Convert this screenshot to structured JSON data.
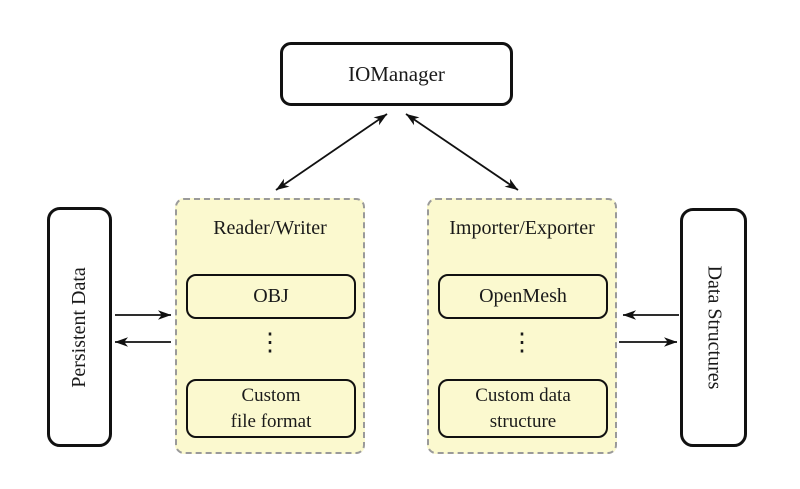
{
  "nodes": {
    "iomanager": {
      "label": "IOManager"
    },
    "persistent_data": {
      "label": "Persistent Data"
    },
    "data_structures": {
      "label": "Data Structures"
    },
    "reader_writer": {
      "label": "Reader/Writer",
      "ellipsis": "⋮",
      "items": [
        "OBJ",
        "Custom\nfile format"
      ]
    },
    "importer_exporter": {
      "label": "Importer/Exporter",
      "ellipsis": "⋮",
      "items": [
        "OpenMesh",
        "Custom data\nstructure"
      ]
    }
  },
  "colors": {
    "background": "#ffffff",
    "group_fill": "#FBF9CF",
    "group_border": "#9a9a9a",
    "node_border": "#111111",
    "arrow": "#111111"
  }
}
